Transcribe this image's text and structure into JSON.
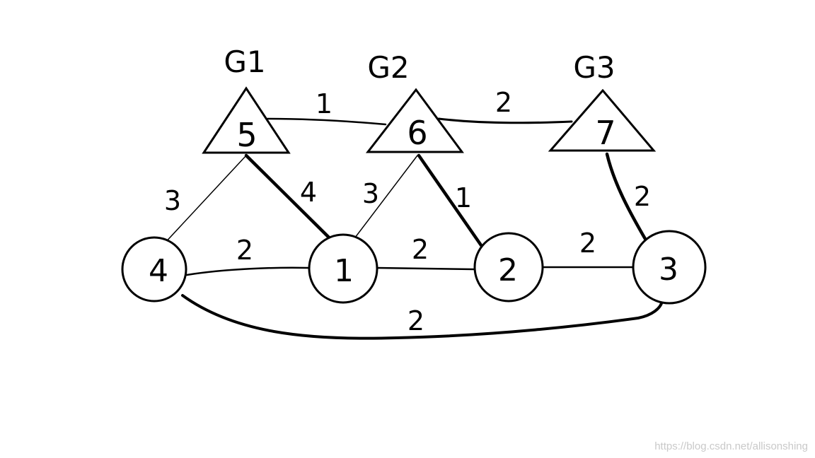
{
  "groups": [
    {
      "id": "g1",
      "label": "G1",
      "node": "5"
    },
    {
      "id": "g2",
      "label": "G2",
      "node": "6"
    },
    {
      "id": "g3",
      "label": "G3",
      "node": "7"
    }
  ],
  "circle_nodes": [
    "4",
    "1",
    "2",
    "3"
  ],
  "edge_weights": {
    "e5_6": "1",
    "e6_7": "2",
    "e5_4": "3",
    "e5_1": "4",
    "e6_1": "3",
    "e6_2": "1",
    "e7_3": "2",
    "e4_1": "2",
    "e1_2": "2",
    "e2_3": "2",
    "e4_3": "2"
  },
  "watermark": "https://blog.csdn.net/allisonshing"
}
